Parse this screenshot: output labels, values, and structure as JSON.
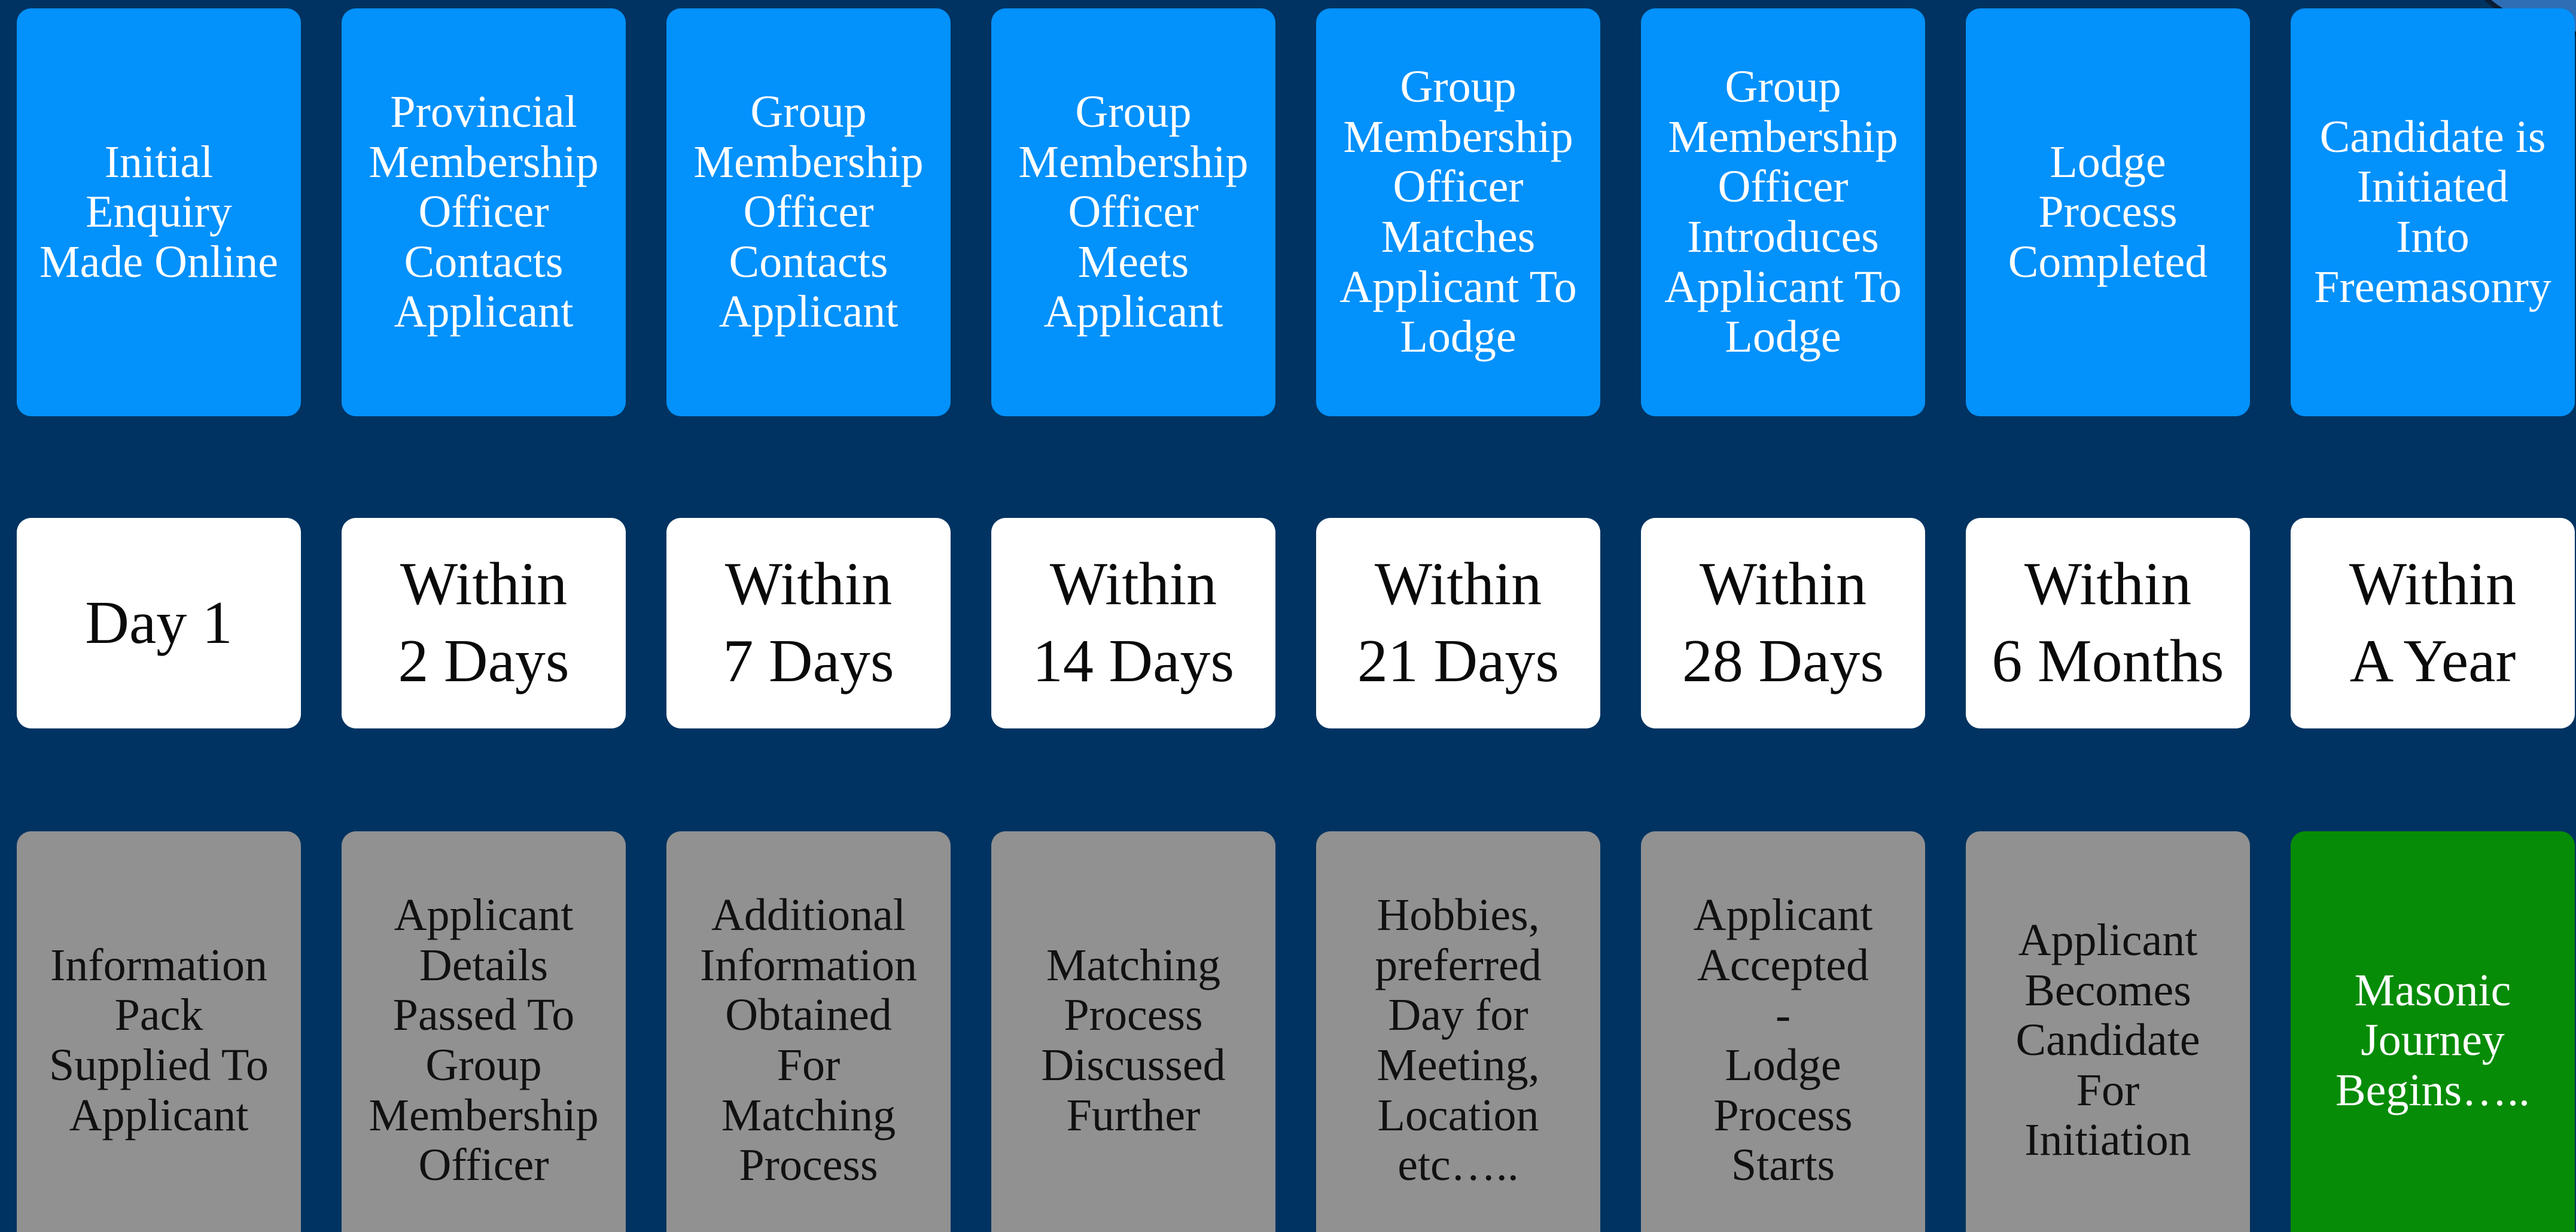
{
  "colors": {
    "background": "#003361",
    "step_box": "#0391fb",
    "timeframe_box": "#ffffff",
    "detail_box": "#919191",
    "final_box": "#078c07",
    "corner_shape": "#2f6db5"
  },
  "steps": [
    "Initial\nEnquiry\nMade Online",
    "Provincial\nMembership\nOfficer\nContacts\nApplicant",
    "Group\nMembership\nOfficer\nContacts\nApplicant",
    "Group\nMembership\nOfficer\nMeets\nApplicant",
    "Group\nMembership\nOfficer\nMatches\nApplicant To\nLodge",
    "Group\nMembership\nOfficer\nIntroduces\nApplicant To\nLodge",
    "Lodge\nProcess\nCompleted",
    "Candidate is\nInitiated\nInto\nFreemasonry"
  ],
  "timeframes": [
    "Day 1",
    "Within\n2 Days",
    "Within\n7 Days",
    "Within\n14 Days",
    "Within\n21 Days",
    "Within\n28 Days",
    "Within\n6 Months",
    "Within\nA Year"
  ],
  "details": [
    "Information\nPack\nSupplied To\nApplicant",
    "Applicant\nDetails\nPassed To\nGroup\nMembership\nOfficer",
    "Additional\nInformation\nObtained\nFor\nMatching\nProcess",
    "Matching\nProcess\nDiscussed\nFurther",
    "Hobbies,\npreferred\nDay for\nMeeting,\nLocation\netc…..",
    "Applicant\nAccepted\n-\nLodge\nProcess\nStarts",
    "Applicant\nBecomes\nCandidate\nFor\nInitiation",
    "Masonic\nJourney\nBegins….."
  ]
}
